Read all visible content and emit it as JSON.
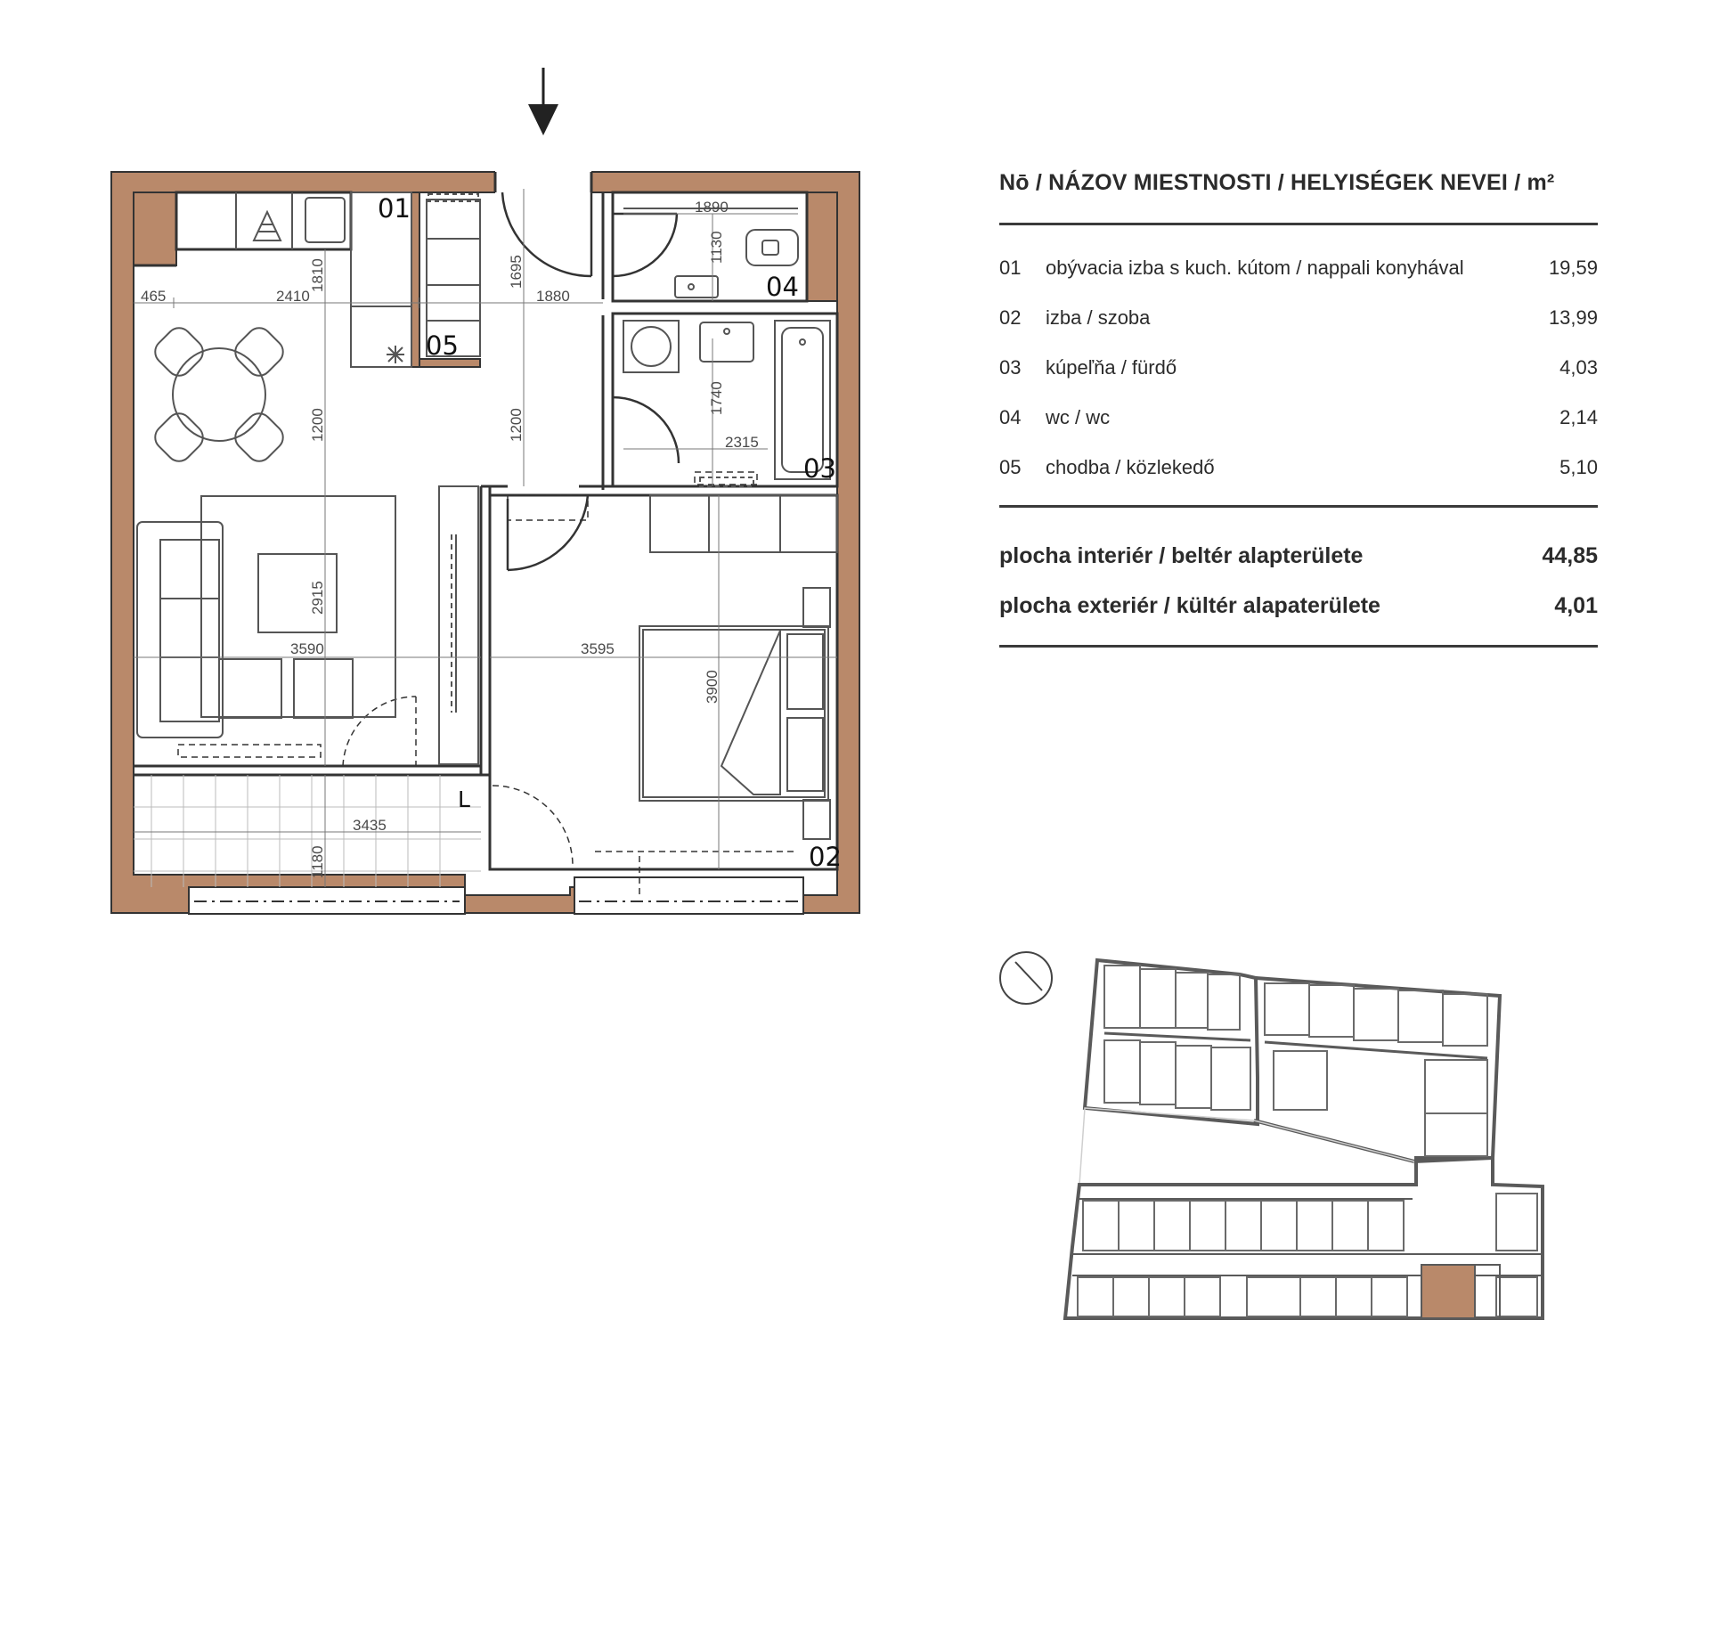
{
  "legend": {
    "header": "Nō / NÁZOV MIESTNOSTI / HELYISÉGEK NEVEI / m²",
    "rooms": [
      {
        "no": "01",
        "name": "obývacia izba s kuch. kútom / nappali konyhával",
        "area": "19,59"
      },
      {
        "no": "02",
        "name": "izba / szoba",
        "area": "13,99"
      },
      {
        "no": "03",
        "name": "kúpeľňa / fürdő",
        "area": "4,03"
      },
      {
        "no": "04",
        "name": "wc / wc",
        "area": "2,14"
      },
      {
        "no": "05",
        "name": "chodba / közlekedő",
        "area": "5,10"
      }
    ],
    "totals": [
      {
        "label": "plocha interiér / beltér alapterülete",
        "value": "44,85"
      },
      {
        "label": "plocha exteriér / kültér alapaterülete",
        "value": "4,01"
      }
    ]
  },
  "plan": {
    "room_labels": {
      "r01": "01",
      "r02": "02",
      "r03": "03",
      "r04": "04",
      "r05": "05",
      "loggia": "L"
    },
    "dimensions": {
      "d465": "465",
      "d2410": "2410",
      "d1810": "1810",
      "d1695": "1695",
      "d1880": "1880",
      "d1890": "1890",
      "d1130": "1130",
      "d1740": "1740",
      "d2315": "2315",
      "d1200a": "1200",
      "d1200b": "1200",
      "d2915": "2915",
      "d3590": "3590",
      "d3595": "3595",
      "d3900": "3900",
      "d3435": "3435",
      "d1180": "1180"
    }
  },
  "colors": {
    "wall": "#b9896a",
    "line": "#5a5a5a",
    "text": "#2b2b2b",
    "highlight": "#b9896a"
  }
}
